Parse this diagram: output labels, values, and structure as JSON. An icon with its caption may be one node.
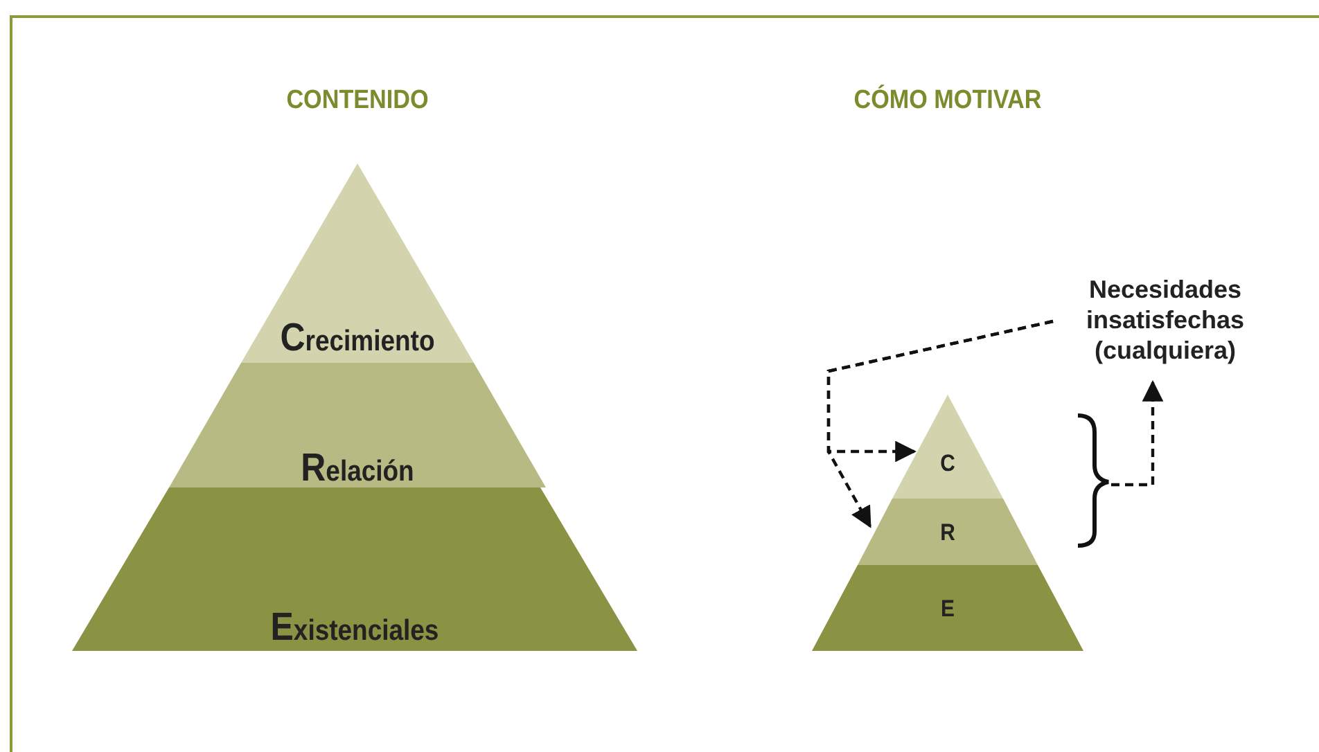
{
  "diagram": {
    "nodes": [
      {
        "text": [
          "Crecimiento"
        ]
      },
      {
        "text": [
          "Relación"
        ]
      },
      {
        "text": [
          "Existenciales"
        ]
      },
      {
        "text": [
          "C"
        ]
      },
      {
        "text": [
          "R"
        ]
      },
      {
        "text": [
          "E"
        ]
      },
      {
        "text": [
          "Necesidades insatisfechas (cualquiera)"
        ]
      },
      {
        "text": [],
        "shape": "brace"
      }
    ],
    "edges": [
      {
        "from": 6,
        "to": 3,
        "arrow": "to",
        "style": "dashed"
      },
      {
        "from": 6,
        "to": 4,
        "arrow": "to",
        "style": "dashed"
      },
      {
        "from": 7,
        "to": 6,
        "arrow": "to",
        "style": "dashed"
      }
    ],
    "labels": [
      "CONTENIDO",
      "CÓMO MOTIVAR"
    ]
  }
}
